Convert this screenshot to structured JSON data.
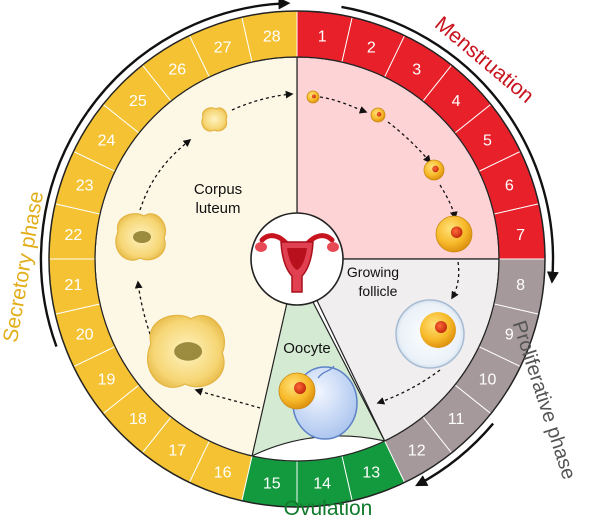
{
  "title": "",
  "phases": {
    "menstruation": "Menstruation",
    "proliferative": "Proliferative phase",
    "ovulation": "Ovulation",
    "secretory": "Secretory phase"
  },
  "inner_labels": {
    "corpus_luteum_line1": "Corpus",
    "corpus_luteum_line2": "luteum",
    "growing_follicle_line1": "Growing",
    "growing_follicle_line2": "follicle",
    "oocyte": "Oocyte"
  },
  "days": [
    {
      "day": "1",
      "phase": "menstruation"
    },
    {
      "day": "2",
      "phase": "menstruation"
    },
    {
      "day": "3",
      "phase": "menstruation"
    },
    {
      "day": "4",
      "phase": "menstruation"
    },
    {
      "day": "5",
      "phase": "menstruation"
    },
    {
      "day": "6",
      "phase": "menstruation"
    },
    {
      "day": "7",
      "phase": "menstruation"
    },
    {
      "day": "8",
      "phase": "proliferative"
    },
    {
      "day": "9",
      "phase": "proliferative"
    },
    {
      "day": "10",
      "phase": "proliferative"
    },
    {
      "day": "11",
      "phase": "proliferative"
    },
    {
      "day": "12",
      "phase": "proliferative"
    },
    {
      "day": "13",
      "phase": "ovulation"
    },
    {
      "day": "14",
      "phase": "ovulation"
    },
    {
      "day": "15",
      "phase": "ovulation"
    },
    {
      "day": "16",
      "phase": "secretory"
    },
    {
      "day": "17",
      "phase": "secretory"
    },
    {
      "day": "18",
      "phase": "secretory"
    },
    {
      "day": "19",
      "phase": "secretory"
    },
    {
      "day": "20",
      "phase": "secretory"
    },
    {
      "day": "21",
      "phase": "secretory"
    },
    {
      "day": "22",
      "phase": "secretory"
    },
    {
      "day": "23",
      "phase": "secretory"
    },
    {
      "day": "24",
      "phase": "secretory"
    },
    {
      "day": "25",
      "phase": "secretory"
    },
    {
      "day": "26",
      "phase": "secretory"
    },
    {
      "day": "27",
      "phase": "secretory"
    },
    {
      "day": "28",
      "phase": "secretory"
    }
  ],
  "colors": {
    "menstruation": "#e8202a",
    "proliferative": "#a6999b",
    "ovulation": "#149a3e",
    "secretory": "#f4c232",
    "menstruation_fill": "#fdd3d6",
    "proliferative_fill": "#f1eef0",
    "ovulation_fill": "#d5ead3",
    "secretory_fill": "#fdf8e6",
    "menstruation_text": "#c8141e",
    "proliferative_text": "#555555",
    "ovulation_text": "#117a2c",
    "secretory_text": "#e2ae1a"
  },
  "icons": {
    "center": "uterus-icon",
    "follicles": "follicle-icon",
    "oocyte": "oocyte-icon",
    "corpus_luteum": "corpus-luteum-icon"
  }
}
